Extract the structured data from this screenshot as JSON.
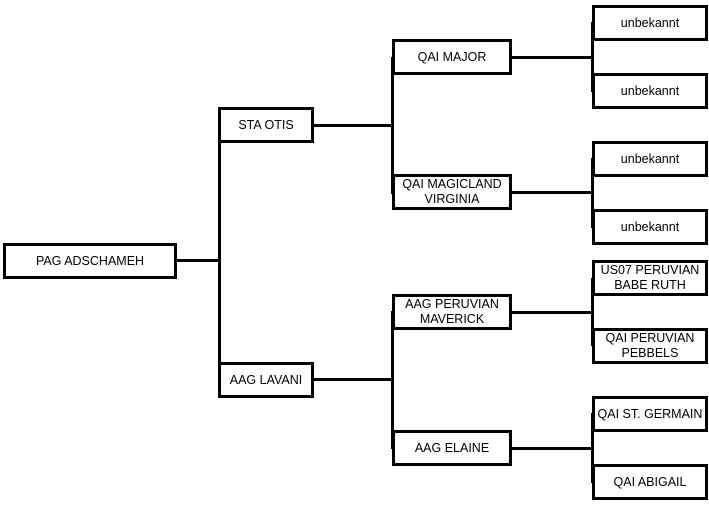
{
  "pedigree": {
    "subject": "PAG ADSCHAMEH",
    "sire": "STA OTIS",
    "dam": "AAG LAVANI",
    "sire_sire": "QAI MAJOR",
    "sire_dam": "QAI MAGICLAND\nVIRGINIA",
    "dam_sire": "AAG PERUVIAN\nMAVERICK",
    "dam_dam": "AAG ELAINE",
    "ggp": {
      "sire_sire_sire": "unbekannt",
      "sire_sire_dam": "unbekannt",
      "sire_dam_sire": "unbekannt",
      "sire_dam_dam": "unbekannt",
      "dam_sire_sire": "US07 PERUVIAN\nBABE RUTH",
      "dam_sire_dam": "QAI PERUVIAN\nPEBBELS",
      "dam_dam_sire": "QAI ST. GERMAIN",
      "dam_dam_dam": "QAI ABIGAIL"
    }
  }
}
